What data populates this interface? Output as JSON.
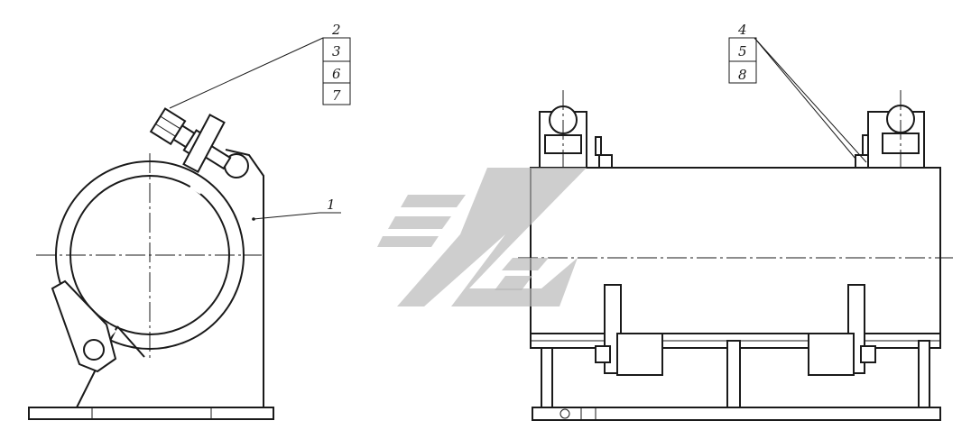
{
  "drawing": {
    "callouts_left": [
      "2",
      "3",
      "6",
      "7"
    ],
    "callout_part_1": "1",
    "callouts_right": [
      "4",
      "5",
      "8"
    ]
  },
  "icons": {
    "watermark": "watermark-logo-icon"
  }
}
